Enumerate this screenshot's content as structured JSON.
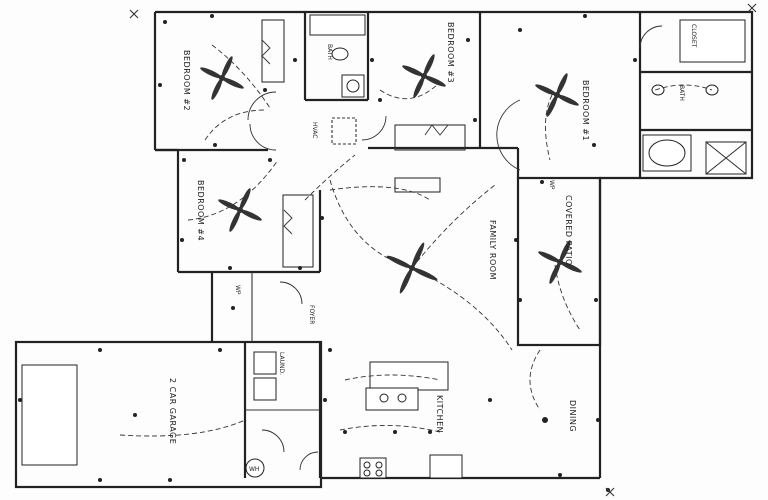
{
  "rooms": {
    "bedroom2": "BEDROOM #2",
    "bedroom3": "BEDROOM #3",
    "bedroom4": "BEDROOM #4",
    "bedroom1": "BEDROOM #1",
    "bath": "BATH",
    "bath_master": "BATH",
    "closet": "CLOSET",
    "covered_patio": "COVERED PATIO",
    "family_room": "FAMILY ROOM",
    "foyer": "FOYER",
    "garage": "2 CAR GARAGE",
    "laundry": "LAUND.",
    "kitchen": "KITCHEN",
    "dining": "DINING"
  },
  "annotations": {
    "wp": "WP",
    "hvac": "HVAC",
    "meter": "WH"
  },
  "colors": {
    "line": "#222222",
    "background": "#fdfdfd"
  }
}
